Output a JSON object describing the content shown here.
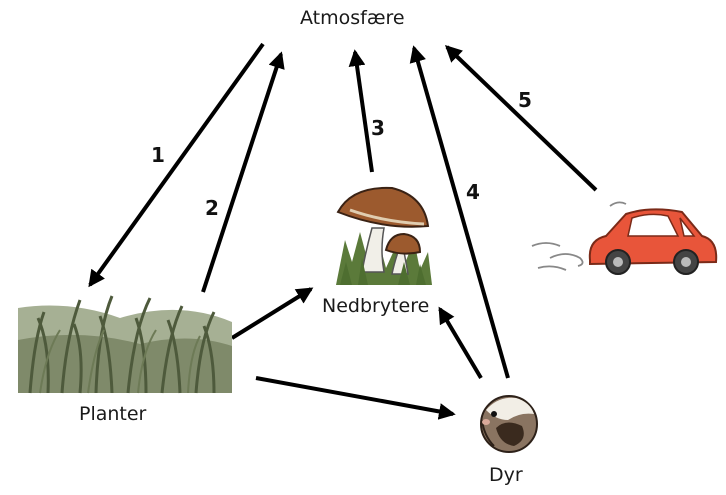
{
  "nodes": {
    "atmosphere": "Atmosfære",
    "plants": "Planter",
    "decomposers": "Nedbrytere",
    "animals": "Dyr"
  },
  "arrows": [
    {
      "id": "1",
      "label": "1"
    },
    {
      "id": "2",
      "label": "2"
    },
    {
      "id": "3",
      "label": "3"
    },
    {
      "id": "4",
      "label": "4"
    },
    {
      "id": "5",
      "label": "5"
    }
  ],
  "colors": {
    "arrow": "#000000",
    "grass_dark": "#5f6b4c",
    "grass_light": "#9aa58a",
    "mushroom_cap": "#9c5a2e",
    "car": "#e8553a"
  }
}
